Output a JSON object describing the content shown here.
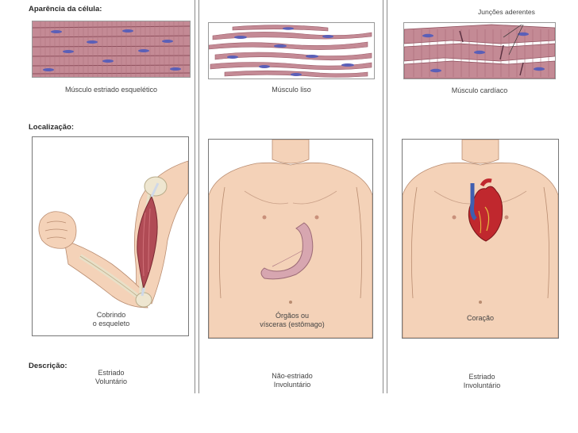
{
  "headings": {
    "cell_appearance": "Aparência da célula:",
    "location": "Localização:",
    "description": "Descrição:"
  },
  "columns": [
    {
      "muscle_name": "Músculo estriado esquelético",
      "location_caption_line1": "Cobrindo",
      "location_caption_line2": "o esqueleto",
      "description_line1": "Estriado",
      "description_line2": "Voluntário"
    },
    {
      "muscle_name": "Músculo liso",
      "location_caption_line1": "Órgãos ou",
      "location_caption_line2": "vísceras (estômago)",
      "description_line1": "Não-estriado",
      "description_line2": "Involuntário"
    },
    {
      "muscle_name": "Músculo cardíaco",
      "callout": "Junções aderentes",
      "location_caption_line1": "Coração",
      "location_caption_line2": "",
      "description_line1": "Estriado",
      "description_line2": "Involuntário"
    }
  ],
  "colors": {
    "muscle": "#a86a78",
    "nucleus": "#5a5fb8",
    "skin": "#f6d6bf",
    "heart_red": "#c0282e",
    "heart_blue": "#3f5fb0"
  }
}
